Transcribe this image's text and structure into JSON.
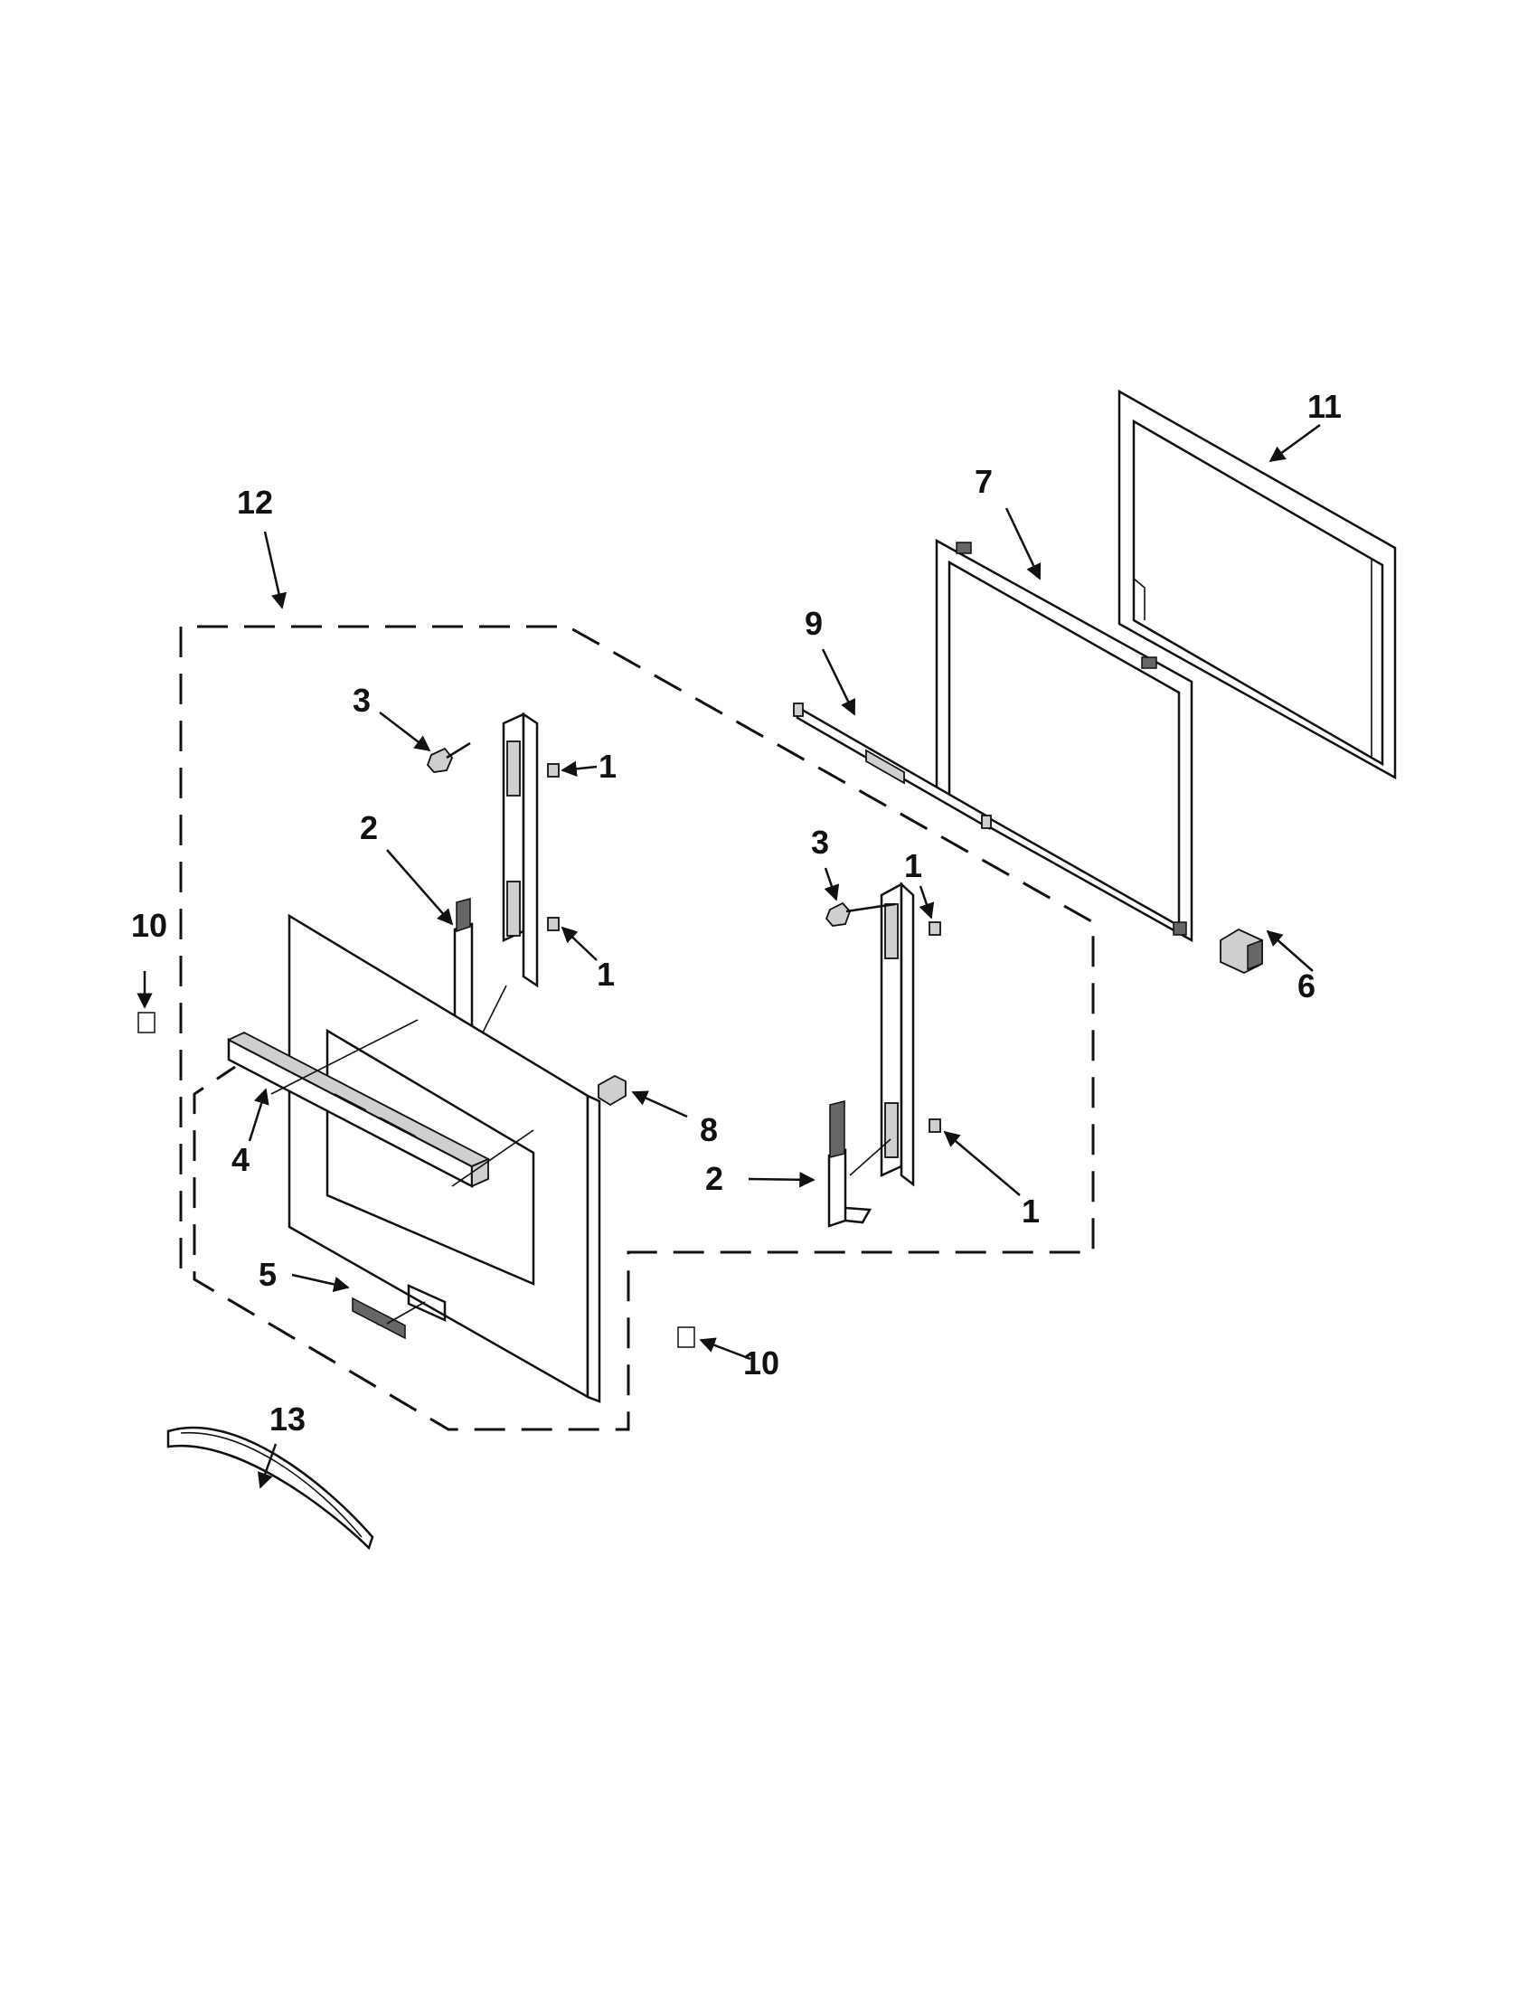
{
  "callouts": [
    {
      "id": "c11",
      "label": "11"
    },
    {
      "id": "c7",
      "label": "7"
    },
    {
      "id": "c12",
      "label": "12"
    },
    {
      "id": "c9",
      "label": "9"
    },
    {
      "id": "c3a",
      "label": "3"
    },
    {
      "id": "c1a",
      "label": "1"
    },
    {
      "id": "c2a",
      "label": "2"
    },
    {
      "id": "c1b",
      "label": "1"
    },
    {
      "id": "c10a",
      "label": "10"
    },
    {
      "id": "c1c",
      "label": "1"
    },
    {
      "id": "c3b",
      "label": "3"
    },
    {
      "id": "c6",
      "label": "6"
    },
    {
      "id": "c8",
      "label": "8"
    },
    {
      "id": "c4",
      "label": "4"
    },
    {
      "id": "c2b",
      "label": "2"
    },
    {
      "id": "c1d",
      "label": "1"
    },
    {
      "id": "c5",
      "label": "5"
    },
    {
      "id": "c10b",
      "label": "10"
    },
    {
      "id": "c13",
      "label": "13"
    }
  ]
}
